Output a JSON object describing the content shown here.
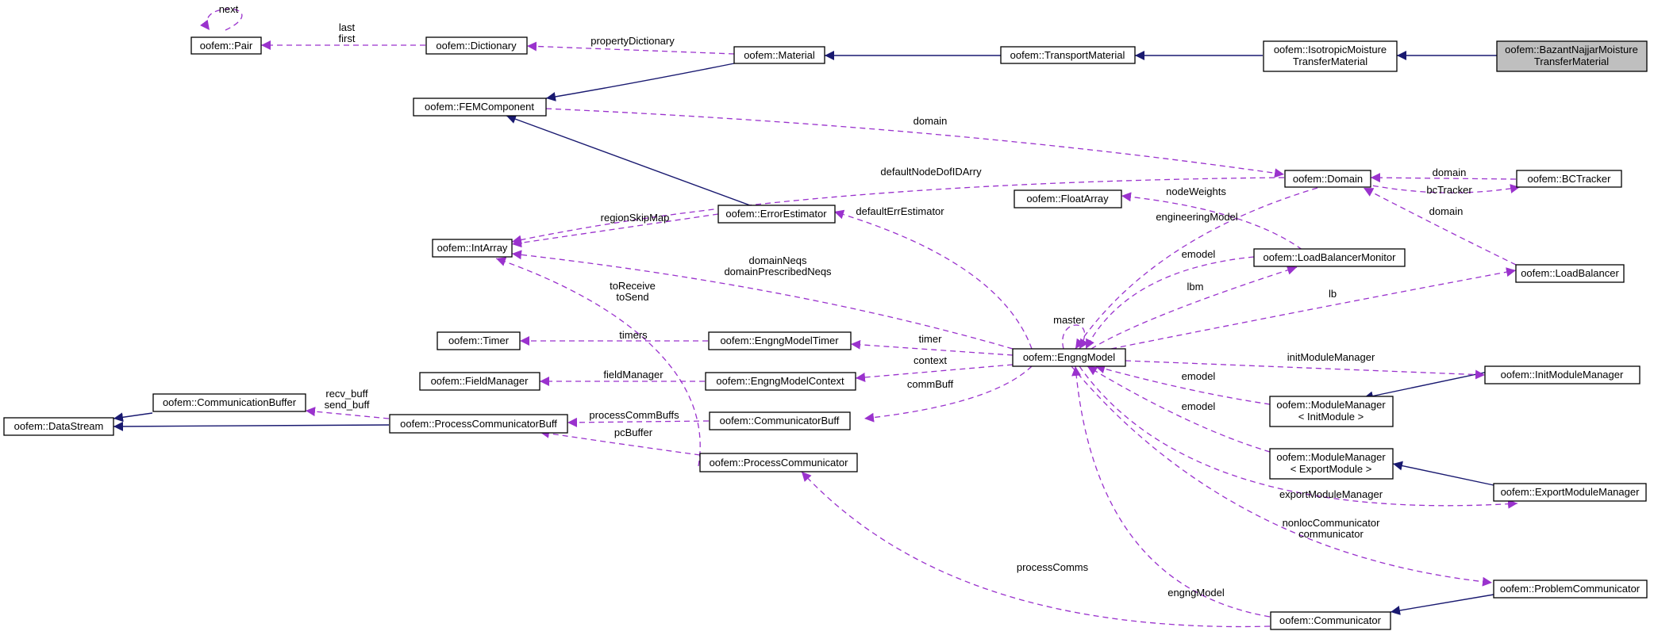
{
  "colors": {
    "inheritance": "#191970",
    "usage": "#9a32cd",
    "highlight_fill": "#bfbfbf"
  },
  "nodes": {
    "pair": {
      "lines": [
        "oofem::Pair"
      ]
    },
    "dictionary": {
      "lines": [
        "oofem::Dictionary"
      ]
    },
    "material": {
      "lines": [
        "oofem::Material"
      ]
    },
    "transport_material": {
      "lines": [
        "oofem::TransportMaterial"
      ]
    },
    "isotropic": {
      "lines": [
        "oofem::IsotropicMoisture",
        "TransferMaterial"
      ]
    },
    "bazant": {
      "lines": [
        "oofem::BazantNajjarMoisture",
        "TransferMaterial"
      ]
    },
    "fem_component": {
      "lines": [
        "oofem::FEMComponent"
      ]
    },
    "domain": {
      "lines": [
        "oofem::Domain"
      ]
    },
    "bc_tracker": {
      "lines": [
        "oofem::BCTracker"
      ]
    },
    "float_array": {
      "lines": [
        "oofem::FloatArray"
      ]
    },
    "error_estimator": {
      "lines": [
        "oofem::ErrorEstimator"
      ]
    },
    "int_array": {
      "lines": [
        "oofem::IntArray"
      ]
    },
    "load_balancer_monitor": {
      "lines": [
        "oofem::LoadBalancerMonitor"
      ]
    },
    "load_balancer": {
      "lines": [
        "oofem::LoadBalancer"
      ]
    },
    "timer": {
      "lines": [
        "oofem::Timer"
      ]
    },
    "engng_model_timer": {
      "lines": [
        "oofem::EngngModelTimer"
      ]
    },
    "engng_model": {
      "lines": [
        "oofem::EngngModel"
      ]
    },
    "init_module_manager": {
      "lines": [
        "oofem::InitModuleManager"
      ]
    },
    "field_manager": {
      "lines": [
        "oofem::FieldManager"
      ]
    },
    "engng_model_context": {
      "lines": [
        "oofem::EngngModelContext"
      ]
    },
    "communication_buffer": {
      "lines": [
        "oofem::CommunicationBuffer"
      ]
    },
    "data_stream": {
      "lines": [
        "oofem::DataStream"
      ]
    },
    "process_communicator_buff": {
      "lines": [
        "oofem::ProcessCommunicatorBuff"
      ]
    },
    "communicator_buff": {
      "lines": [
        "oofem::CommunicatorBuff"
      ]
    },
    "module_manager_init": {
      "lines": [
        "oofem::ModuleManager",
        "< InitModule >"
      ]
    },
    "process_communicator": {
      "lines": [
        "oofem::ProcessCommunicator"
      ]
    },
    "module_manager_export": {
      "lines": [
        "oofem::ModuleManager",
        "< ExportModule >"
      ]
    },
    "export_module_manager": {
      "lines": [
        "oofem::ExportModuleManager"
      ]
    },
    "problem_communicator": {
      "lines": [
        "oofem::ProblemCommunicator"
      ]
    },
    "communicator": {
      "lines": [
        "oofem::Communicator"
      ]
    }
  },
  "edge_labels": {
    "next": [
      "next"
    ],
    "last_first": [
      "last",
      "first"
    ],
    "property_dictionary": [
      "propertyDictionary"
    ],
    "domain_fem": [
      "domain"
    ],
    "default_node_dof": [
      "defaultNodeDofIDArry"
    ],
    "domain_bc": [
      "domain"
    ],
    "bc_tracker": [
      "bcTracker"
    ],
    "node_weights": [
      "nodeWeights"
    ],
    "engineering_model": [
      "engineeringModel"
    ],
    "domain_lb": [
      "domain"
    ],
    "region_skip_map": [
      "regionSkipMap"
    ],
    "default_err_estimator": [
      "defaultErrEstimator"
    ],
    "emodel_lbm": [
      "emodel"
    ],
    "domain_neqs": [
      "domainNeqs",
      "domainPrescribedNeqs"
    ],
    "to_receive": [
      "toReceive",
      "toSend"
    ],
    "lbm": [
      "lbm"
    ],
    "lb": [
      "lb"
    ],
    "master": [
      "master"
    ],
    "timers": [
      "timers"
    ],
    "timer": [
      "timer"
    ],
    "field_manager": [
      "fieldManager"
    ],
    "context": [
      "context"
    ],
    "init_module_manager": [
      "initModuleManager"
    ],
    "recv_send_buff": [
      "recv_buff",
      "send_buff"
    ],
    "emodel_init": [
      "emodel"
    ],
    "comm_buff": [
      "commBuff"
    ],
    "process_comm_buffs": [
      "processCommBuffs"
    ],
    "emodel_export": [
      "emodel"
    ],
    "pc_buffer": [
      "pcBuffer"
    ],
    "export_module_manager": [
      "exportModuleManager"
    ],
    "nonloc_communicator": [
      "nonlocCommunicator",
      "communicator"
    ],
    "process_comms": [
      "processComms"
    ],
    "engng_model": [
      "engngModel"
    ]
  }
}
